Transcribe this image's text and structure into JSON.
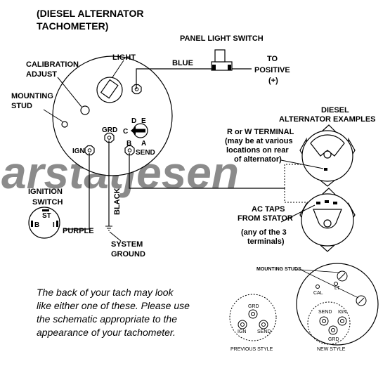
{
  "title": {
    "line1": "(DIESEL ALTERNATOR",
    "line2": "TACHOMETER)"
  },
  "watermark": "arstatjesen",
  "labels": {
    "light": "LIGHT",
    "calibration_line1": "CALIBRATION",
    "calibration_line2": "ADJUST",
    "mounting_line1": "MOUNTING",
    "mounting_line2": "STUD",
    "panel_light_switch": "PANEL LIGHT SWITCH",
    "blue": "BLUE",
    "to_positive_line1": "TO",
    "to_positive_line2": "POSITIVE",
    "to_positive_line3": "(+)",
    "diesel_line1": "DIESEL",
    "diesel_line2": "ALTERNATOR EXAMPLES",
    "rw_line1": "R or W TERMINAL",
    "rw_line2": "(may be at various",
    "rw_line3": "locations on rear",
    "rw_line4": "of alternator)",
    "ac_line1": "AC TAPS",
    "ac_line2": "FROM STATOR",
    "ac_line3": "(any of the 3",
    "ac_line4": "terminals)",
    "ignition_line1": "IGNITION",
    "ignition_line2": "SWITCH",
    "purple": "PURPLE",
    "black": "BLACK",
    "ground_line1": "SYSTEM",
    "ground_line2": "GROUND",
    "grd": "GRD",
    "ign": "IGN",
    "send": "SEND",
    "dial_d": "D",
    "dial_e": "E",
    "dial_c": "C",
    "dial_b": "B",
    "dial_a": "A",
    "switch_st": "ST",
    "switch_b": "B",
    "switch_i": "I"
  },
  "note": {
    "line1": "The back of your tach may look",
    "line2": "like either one of these. Please use",
    "line3": "the schematic appropriate to the",
    "line4": "appearance of your tachometer."
  },
  "styles": {
    "mounting_studs": "MOUNTING STUDS",
    "cal": "CAL",
    "lt": "LT",
    "grd": "GRD",
    "ign": "IGN",
    "send": "SEND",
    "previous_style": "PREVIOUS STYLE",
    "new_style": "NEW STYLE"
  }
}
